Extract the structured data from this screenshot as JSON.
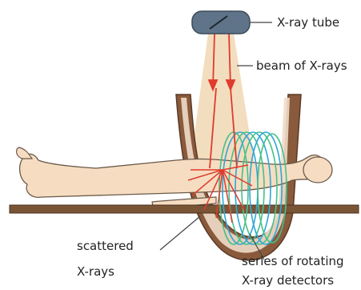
{
  "labels": {
    "xray_tube": "X-ray tube",
    "beam": "beam of X-rays",
    "scattered_line1": "scattered",
    "scattered_line2": "X-rays",
    "detectors_line1": "series of rotating",
    "detectors_line2": "X-ray detectors"
  },
  "colors": {
    "skin": "#f6ddc2",
    "skin_outline": "#6b5a4a",
    "table": "#7a5535",
    "tube": "#5f7489",
    "beam": "#f1d7b4",
    "ray": "#e03b2d",
    "detector_ring": "#2fa7d6",
    "detector_ring_alt": "#45c08a",
    "gantry": "#8a5a3c",
    "gantry_inner": "#f0dcc8"
  }
}
